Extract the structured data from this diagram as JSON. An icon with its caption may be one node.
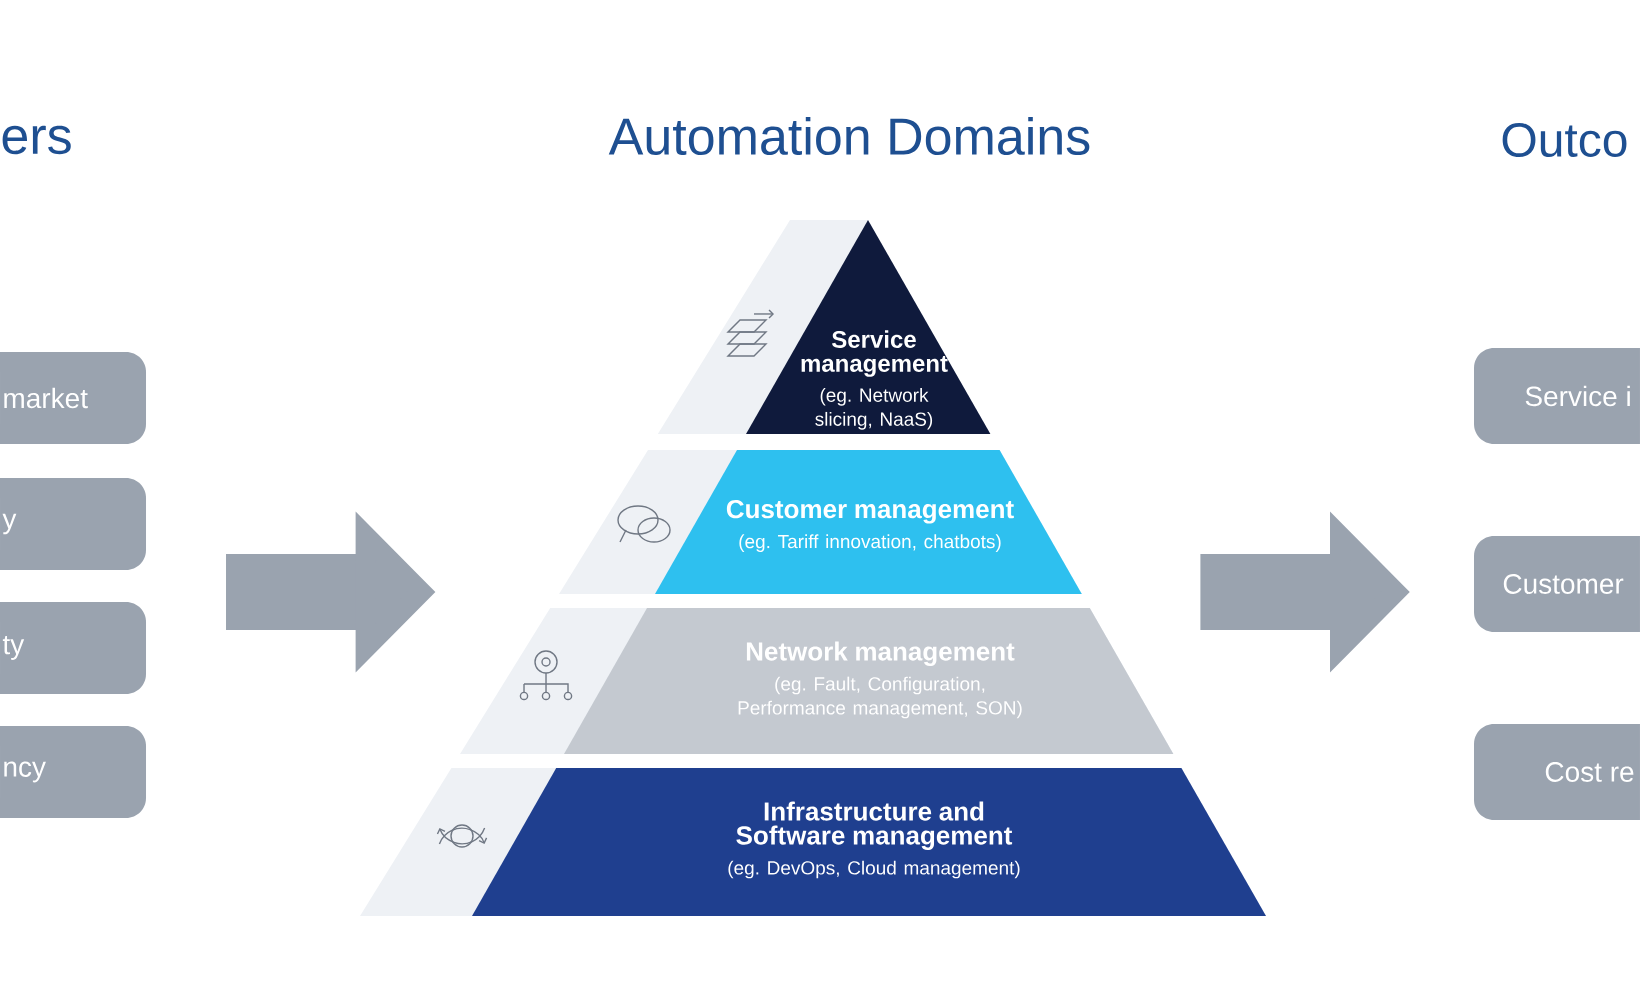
{
  "diagram": {
    "title": "Automation Domains",
    "nodes": [
      {
        "text": [
          "market"
        ]
      },
      {
        "text": [
          "y"
        ]
      },
      {
        "text": [
          "ty"
        ]
      },
      {
        "text": [
          "ncy"
        ]
      },
      {
        "text": [
          "Service management",
          "(eg. Network slicing, NaaS)"
        ]
      },
      {
        "text": [
          "Customer management",
          "(eg. Tariff innovation, chatbots)"
        ]
      },
      {
        "text": [
          "Network management",
          "(eg. Fault, Configuration, Performance management, SON)"
        ]
      },
      {
        "text": [
          "Infrastructure and Software management",
          "(eg. DevOps, Cloud management)"
        ]
      },
      {
        "text": [
          "Service i"
        ]
      },
      {
        "text": [
          "Customer"
        ]
      },
      {
        "text": [
          "Cost re"
        ]
      }
    ],
    "edges": [
      {
        "from": null,
        "to": 6,
        "arrow": "to"
      },
      {
        "from": 6,
        "to": 9,
        "arrow": "to"
      }
    ],
    "labels": [
      "ers",
      "Outco"
    ]
  }
}
